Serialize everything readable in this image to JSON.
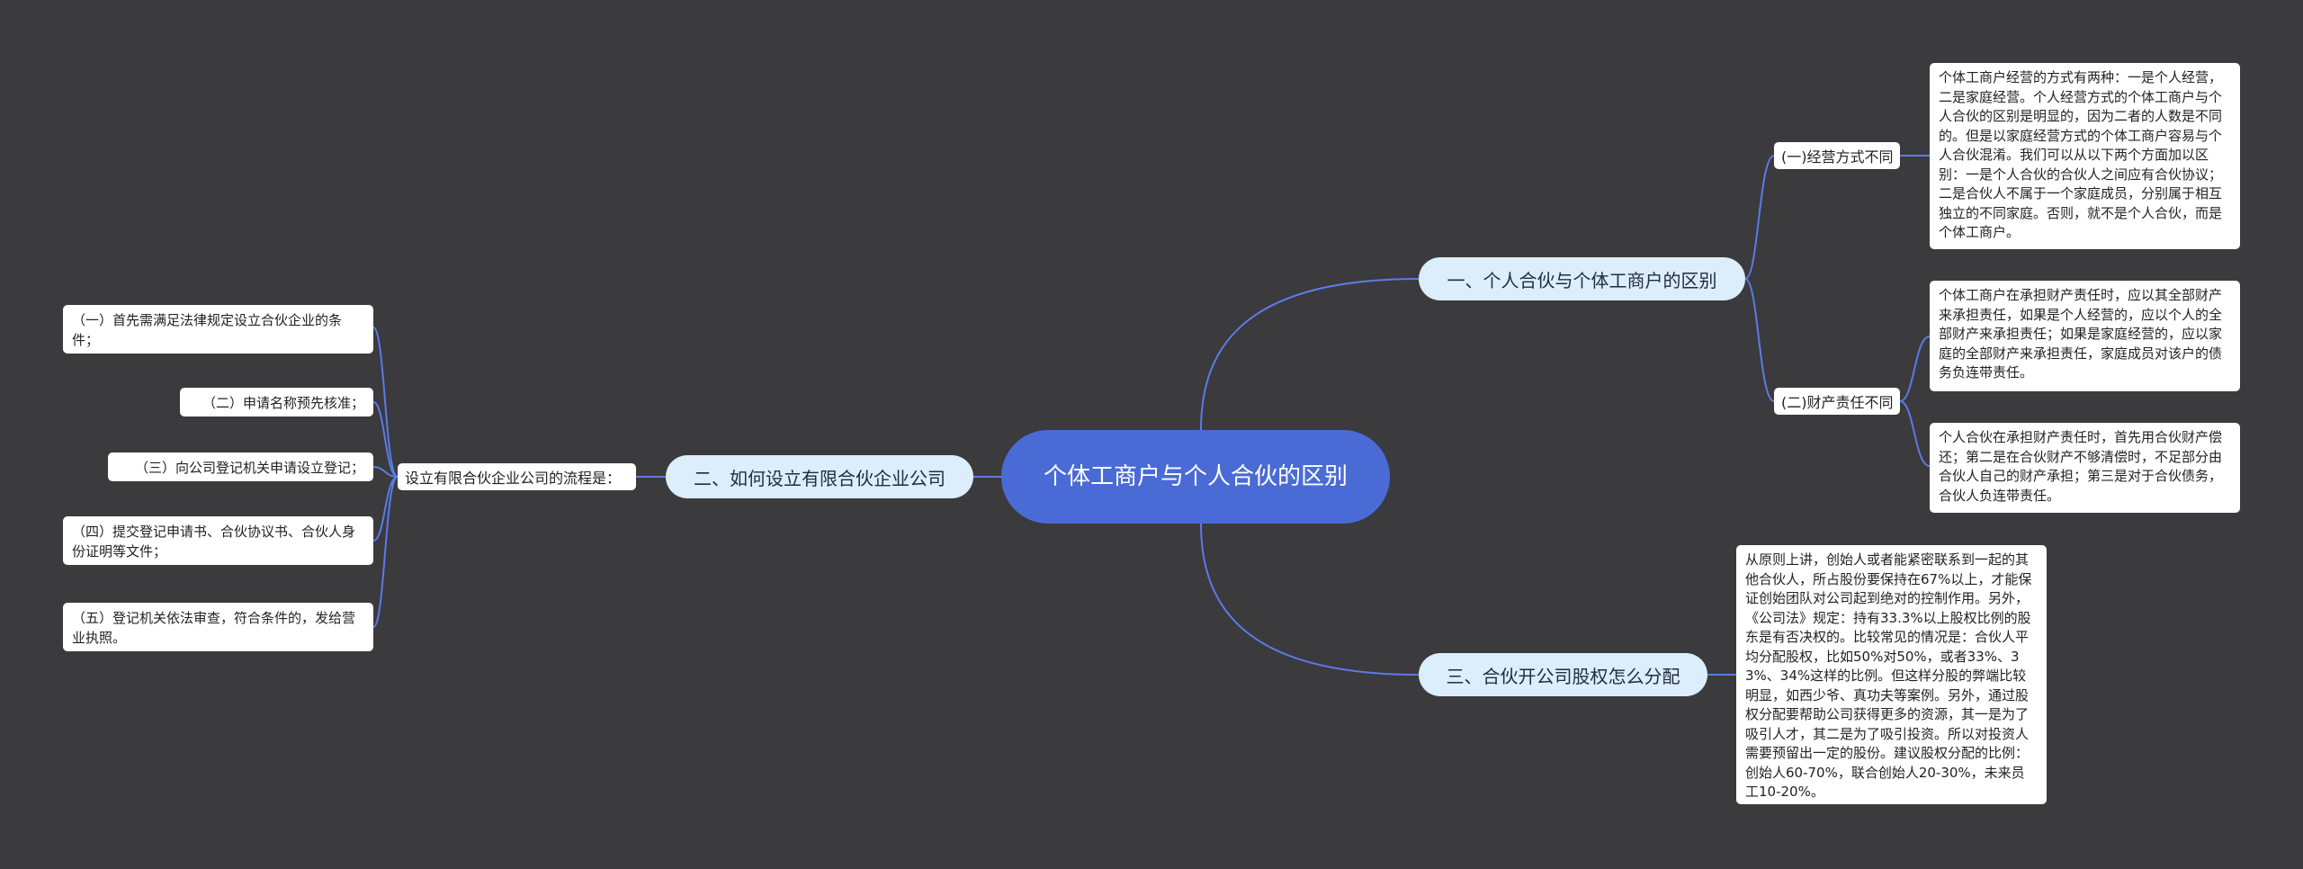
{
  "root": {
    "label": "个体工商户与个人合伙的区别"
  },
  "branches": [
    {
      "label": "一、个人合伙与个体工商户的区别",
      "subs": [
        {
          "label": "(一)经营方式不同",
          "leaves": [
            "个体工商户经营的方式有两种：一是个人经营，二是家庭经营。个人经营方式的个体工商户与个人合伙的区别是明显的，因为二者的人数是不同的。但是以家庭经营方式的个体工商户容易与个人合伙混淆。我们可以从以下两个方面加以区别：一是个人合伙的合伙人之间应有合伙协议；二是合伙人不属于一个家庭成员，分别属于相互独立的不同家庭。否则，就不是个人合伙，而是个体工商户。"
          ]
        },
        {
          "label": "(二)财产责任不同",
          "leaves": [
            "个体工商户在承担财产责任时，应以其全部财产来承担责任，如果是个人经营的，应以个人的全部财产来承担责任；如果是家庭经营的，应以家庭的全部财产来承担责任，家庭成员对该户的债务负连带责任。",
            "个人合伙在承担财产责任时，首先用合伙财产偿还；第二是在合伙财产不够清偿时，不足部分由合伙人自己的财产承担；第三是对于合伙债务，合伙人负连带责任。"
          ]
        }
      ]
    },
    {
      "label": "二、如何设立有限合伙企业公司",
      "subs": [
        {
          "label": "设立有限合伙企业公司的流程是：",
          "leaves": [
            "（一）首先需满足法律规定设立合伙企业的条件；",
            "（二）申请名称预先核准；",
            "（三）向公司登记机关申请设立登记；",
            "（四）提交登记申请书、合伙协议书、合伙人身份证明等文件；",
            "（五）登记机关依法审查，符合条件的，发给营业执照。"
          ]
        }
      ]
    },
    {
      "label": "三、合伙开公司股权怎么分配",
      "leaves": [
        "从原则上讲，创始人或者能紧密联系到一起的其他合伙人，所占股份要保持在67%以上，才能保证创始团队对公司起到绝对的控制作用。另外，《公司法》规定：持有33.3%以上股权比例的股东是有否决权的。比较常见的情况是：合伙人平均分配股权，比如50%对50%，或者33%、33%、34%这样的比例。但这样分股的弊端比较明显，如西少爷、真功夫等案例。另外，通过股权分配要帮助公司获得更多的资源，其一是为了吸引人才，其二是为了吸引投资。所以对投资人需要预留出一定的股份。建议股权分配的比例：创始人60-70%，联合创始人20-30%，未来员工10-20%。"
      ]
    }
  ],
  "colors": {
    "background": "#3b3a3d",
    "root": "#4a6bd6",
    "branch": "#dcedfb",
    "link": "#5b7be8",
    "leaf": "#ffffff"
  }
}
